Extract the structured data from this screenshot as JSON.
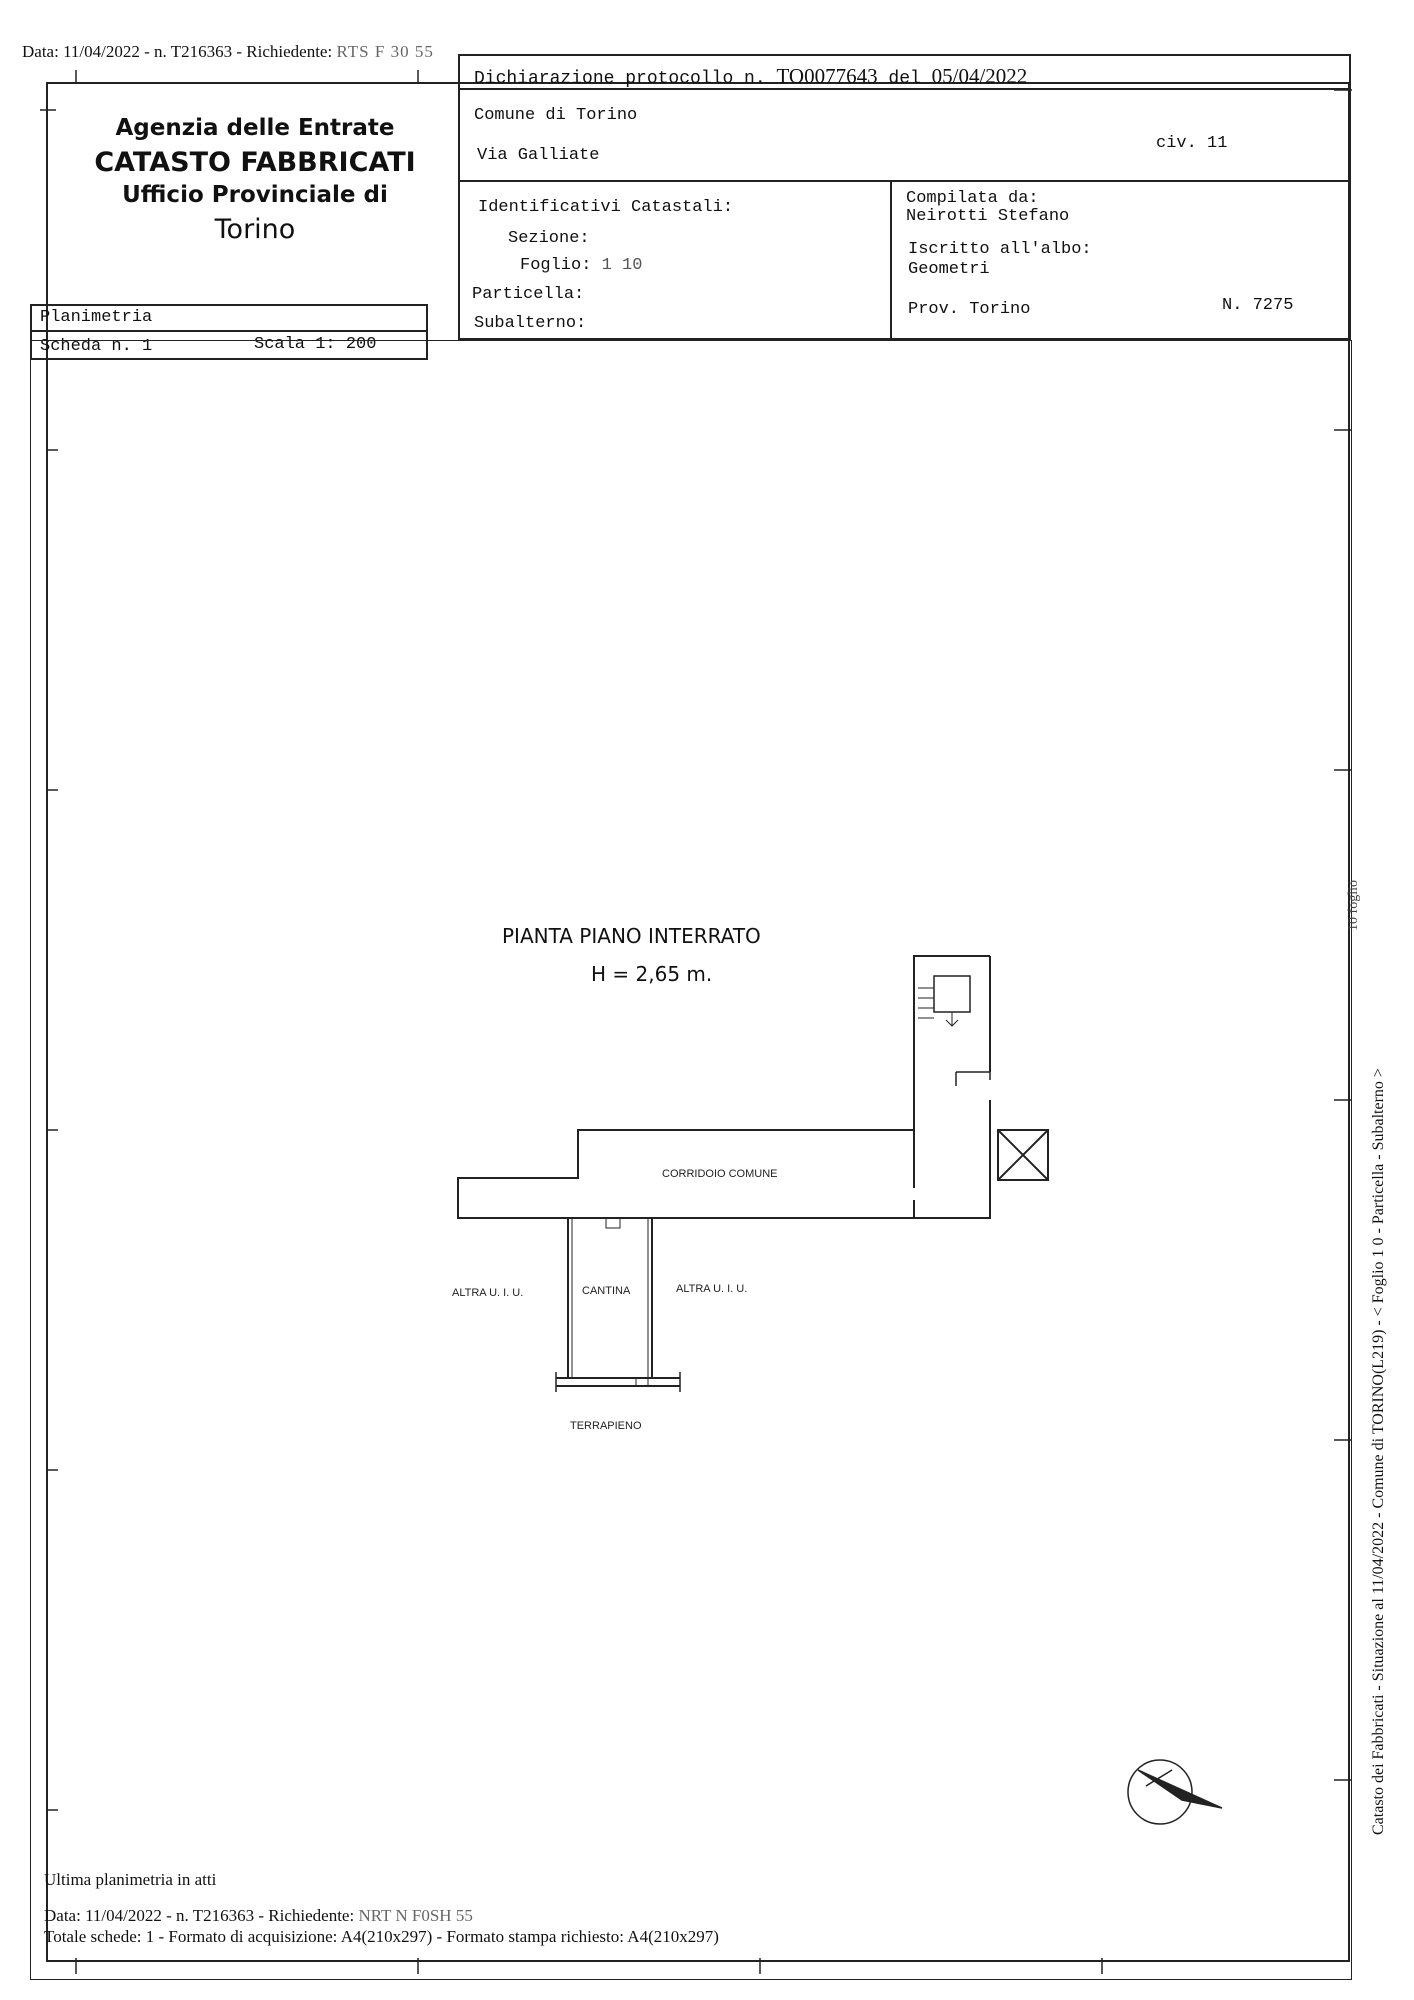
{
  "top_meta": "Data: 11/04/2022 - n. T216363 - Richiedente:",
  "top_meta_obscured": "RTS F 30 55",
  "agency": {
    "line1": "Agenzia delle Entrate",
    "line2": "CATASTO FABBRICATI",
    "line3": "Ufficio Provinciale di",
    "line4": "Torino"
  },
  "header": {
    "declaration_label": "Dichiarazione protocollo n.",
    "protocol_number": "TO0077643",
    "del_label": "del",
    "protocol_date": "05/04/2022",
    "comune": "Comune di Torino",
    "street": "Via Galliate",
    "civ": "civ. 11"
  },
  "ident": {
    "title": "Identificativi Catastali:",
    "sezione_label": "Sezione:",
    "foglio_label": "Foglio:",
    "foglio_value": "1 10",
    "particella_label": "Particella:",
    "subalterno_label": "Subalterno:"
  },
  "compiler": {
    "label": "Compilata da:",
    "name": "Neirotti Stefano",
    "albo_label": "Iscritto all'albo:",
    "albo_value": "Geometri",
    "prov": "Prov. Torino",
    "number": "N. 7275"
  },
  "sheet": {
    "planimetria": "Planimetria",
    "scheda": "Scheda n. 1",
    "scala": "Scala 1: 200"
  },
  "plan": {
    "title": "PIANTA PIANO INTERRATO",
    "height": "H = 2,65 m.",
    "corridor": "CORRIDOIO COMUNE",
    "cellar": "CANTINA",
    "other_left": "ALTRA U. I. U.",
    "other_right": "ALTRA U. I. U.",
    "embankment": "TERRAPIENO"
  },
  "footer": {
    "ultima": "Ultima planimetria in atti",
    "data_line": "Data: 11/04/2022 - n. T216363 - Richiedente:",
    "data_obscured": "NRT N F0SH 55",
    "totale_line": "Totale schede: 1 - Formato di acquisizione: A4(210x297)  - Formato stampa richiesto: A4(210x297)"
  },
  "side": {
    "text": "Catasto dei Fabbricati - Situazione al 11/04/2022 - Comune di TORINO(L219) - < Foglio 1 0 - Particella  - Subalterno  >",
    "stamp": "10 foglio"
  }
}
